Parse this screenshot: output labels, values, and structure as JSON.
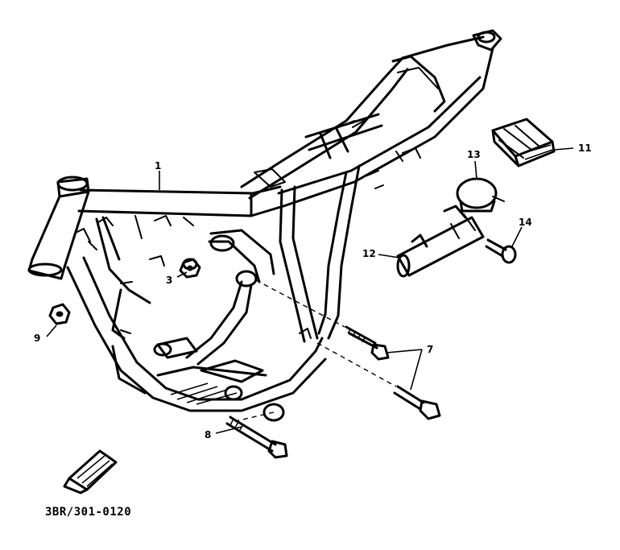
{
  "diagram": {
    "callouts": [
      {
        "id": "1",
        "label": "1"
      },
      {
        "id": "3",
        "label": "3"
      },
      {
        "id": "7",
        "label": "7"
      },
      {
        "id": "8",
        "label": "8"
      },
      {
        "id": "9",
        "label": "9"
      },
      {
        "id": "11",
        "label": "11"
      },
      {
        "id": "12",
        "label": "12"
      },
      {
        "id": "13",
        "label": "13"
      },
      {
        "id": "14",
        "label": "14"
      }
    ],
    "code": "3BR/301-0120"
  }
}
